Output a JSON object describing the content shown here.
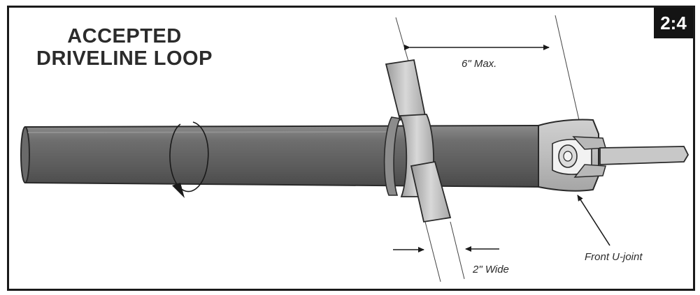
{
  "figure": {
    "number": "2:4",
    "title_line1": "ACCEPTED",
    "title_line2": "DRIVELINE LOOP"
  },
  "labels": {
    "max_distance": "6\" Max.",
    "loop_width": "2\" Wide",
    "joint": "Front U-joint"
  }
}
